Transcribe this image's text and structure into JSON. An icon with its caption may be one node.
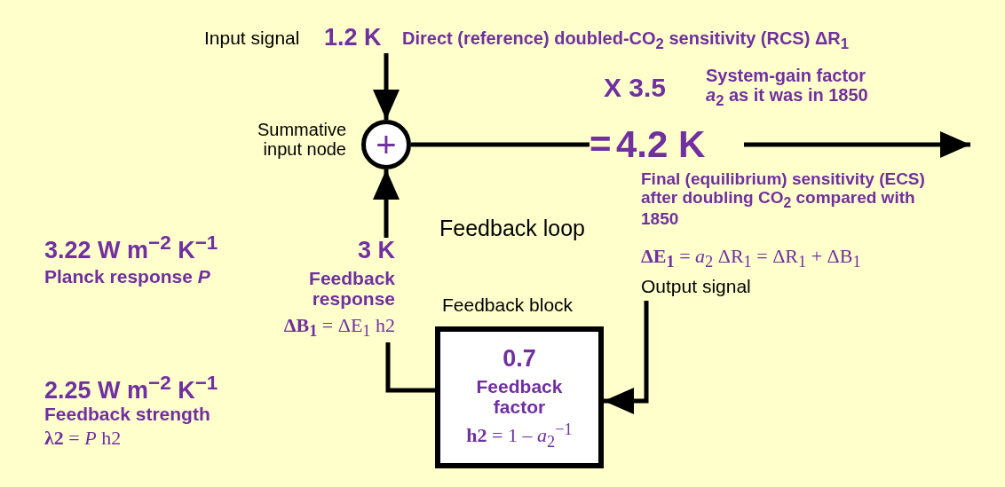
{
  "diagram": {
    "nodes": [
      {
        "text": [
          "1.2 K",
          "Direct (reference) doubled-CO$_{2}$ sensitivity (RCS) ΔR$_{1}$"
        ]
      },
      {
        "text": [
          "+"
        ],
        "beside": [
          "Summative input node"
        ]
      },
      {
        "text": [
          "=",
          "4.2 K"
        ],
        "beside": [
          "Final (equilibrium) sensitivity (ECS) after doubling CO$_{2}$ compared with 1850"
        ]
      },
      {
        "text": [
          "Feedback block",
          "0.7",
          "Feedback factor",
          "**h2** = 1 – *a*$_{2}$$^{−1}$"
        ]
      },
      {
        "text": [
          "Output signal"
        ]
      },
      {
        "text": [
          "3 K",
          "Feedback response",
          "**ΔB$_{1}$** = ΔE$_{1}$ h2"
        ]
      }
    ],
    "edges": [
      {
        "from": 0,
        "to": 1,
        "arrow": "to"
      },
      {
        "from": 1,
        "to": 2,
        "arrow": "none"
      },
      {
        "from": 2,
        "to": null,
        "arrow": "to"
      },
      {
        "from": 4,
        "to": 3,
        "arrow": "to"
      },
      {
        "from": 3,
        "to": 5,
        "arrow": "none"
      },
      {
        "from": 5,
        "to": 1,
        "arrow": "to"
      }
    ],
    "labels": [
      "Input signal",
      "X 3.5",
      "System-gain factor *a*$_{2}$ as it was in 1850",
      "Feedback loop",
      "**ΔE$_{1}$** = *a*$_{2}$ ΔR$_{1}$ = ΔR$_{1}$ + ΔB$_{1}$",
      "3.22 W m$^{−2}$ K$^{−1}$",
      "Planck response *P*",
      "2.25 W m$^{−2}$ K$^{−1}$",
      "Feedback strength",
      "**λ2** = *P* h2"
    ]
  }
}
